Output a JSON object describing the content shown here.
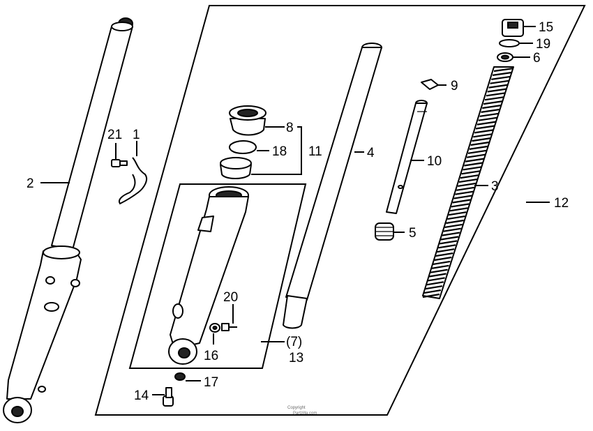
{
  "callouts": {
    "c1": "1",
    "c2": "2",
    "c3": "3",
    "c4": "4",
    "c5": "5",
    "c6": "6",
    "c7": "(7)",
    "c8": "8",
    "c9": "9",
    "c10": "10",
    "c11": "11",
    "c12": "12",
    "c13": "13",
    "c14": "14",
    "c15": "15",
    "c16": "16",
    "c17": "17",
    "c18": "18",
    "c19": "19",
    "c20": "20",
    "c21": "21"
  },
  "copyright": {
    "line1": "Copyright",
    "line2": "Partzilla.com"
  }
}
